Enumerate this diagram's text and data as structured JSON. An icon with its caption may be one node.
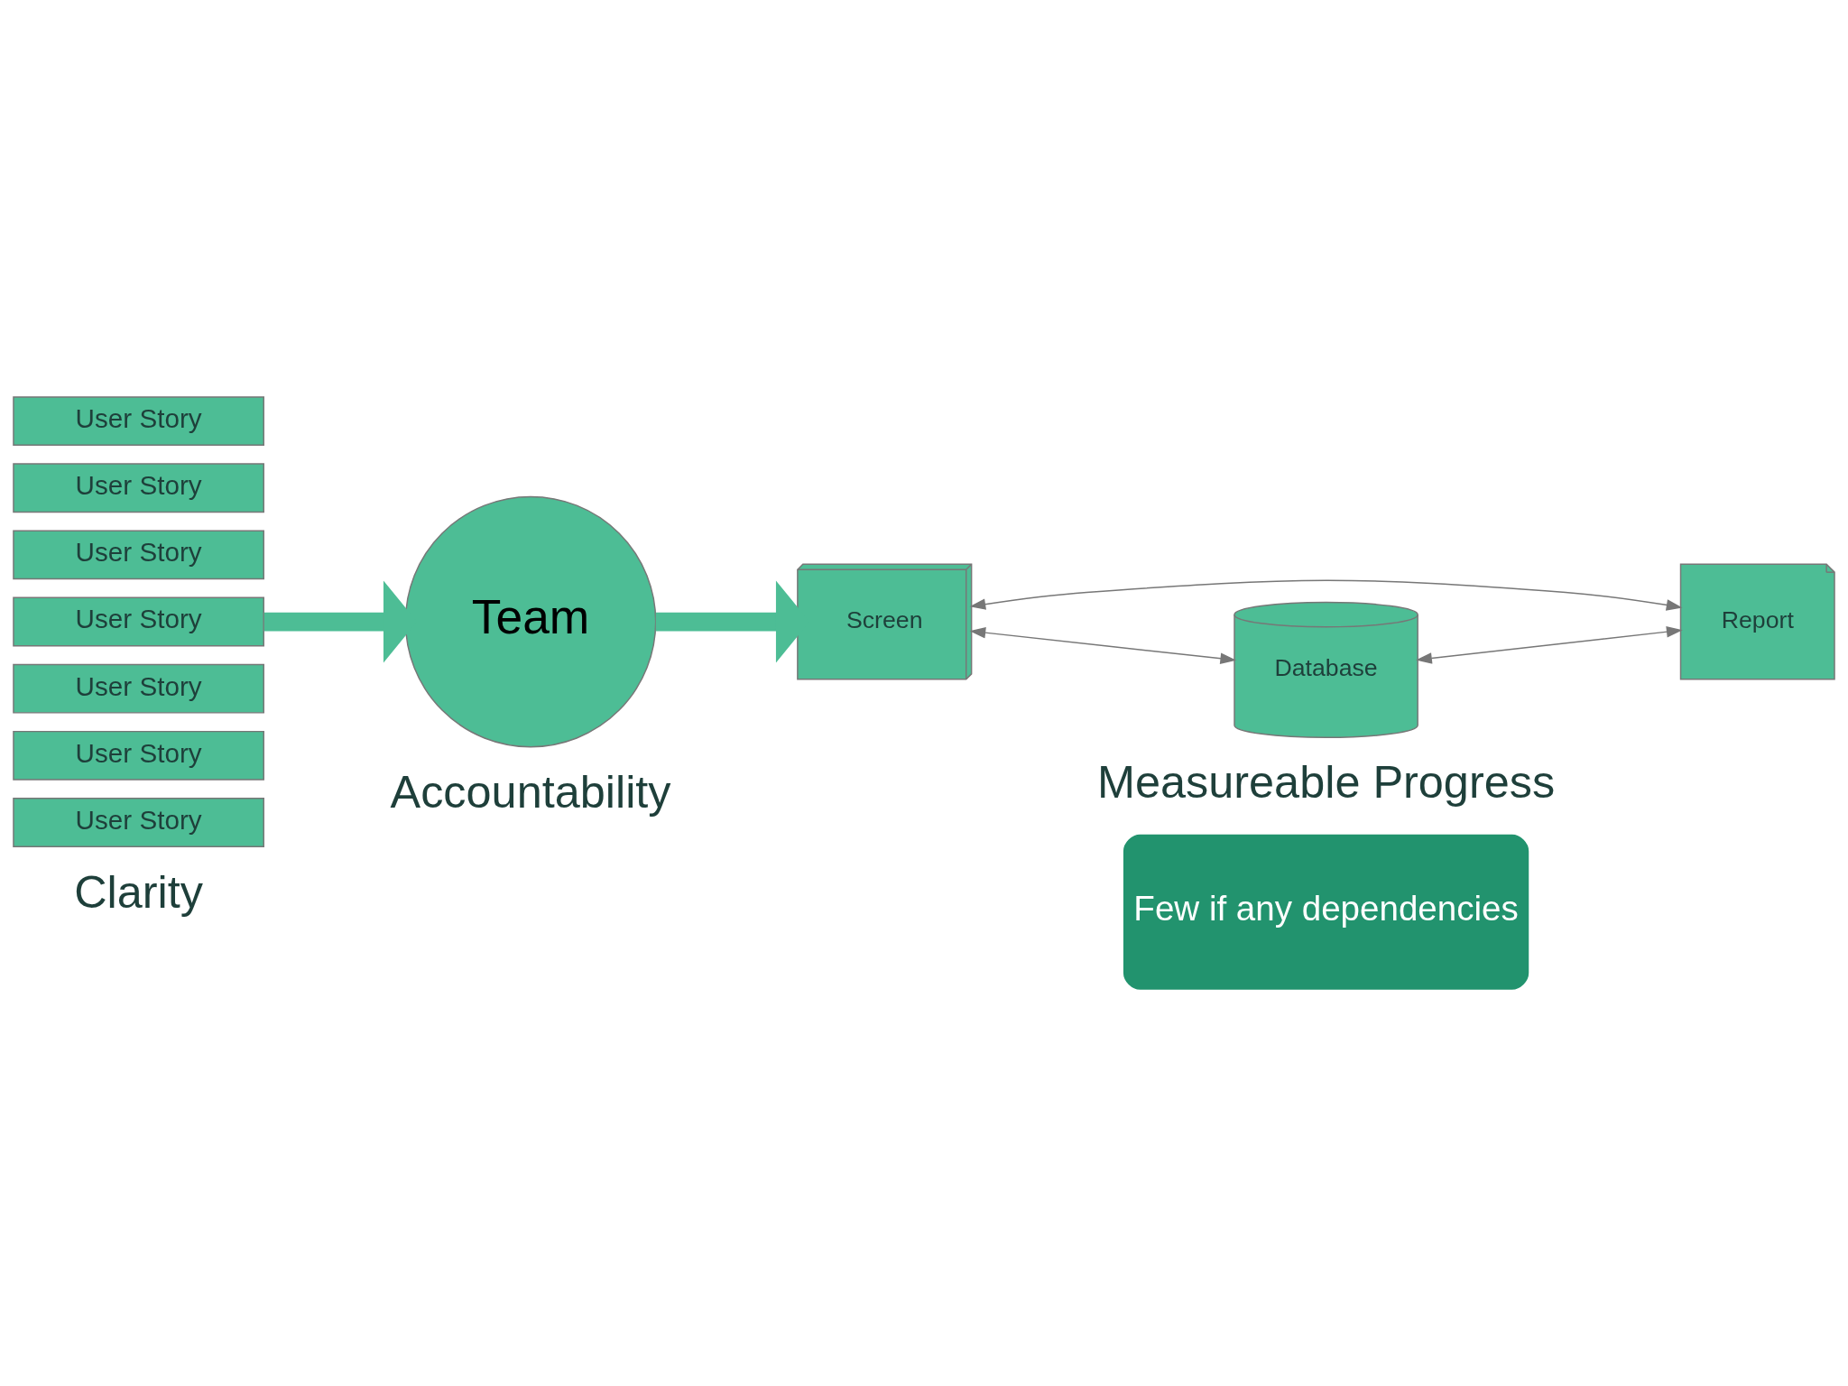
{
  "diagram": {
    "nodes": [
      {
        "text": [
          "User Story"
        ]
      },
      {
        "text": [
          "User Story"
        ]
      },
      {
        "text": [
          "User Story"
        ]
      },
      {
        "text": [
          "User Story"
        ]
      },
      {
        "text": [
          "User Story"
        ]
      },
      {
        "text": [
          "User Story"
        ]
      },
      {
        "text": [
          "User Story"
        ]
      },
      {
        "text": [
          "Team"
        ]
      },
      {
        "text": [
          "Screen"
        ]
      },
      {
        "text": [
          "Report"
        ]
      },
      {
        "text": [
          "Database"
        ]
      },
      {
        "text": [
          "Few if any dependencies"
        ]
      }
    ],
    "edges": [
      {
        "from": 3,
        "to": 7,
        "arrow": "to",
        "style": "thick",
        "color": "#4dbd95"
      },
      {
        "from": 7,
        "to": 8,
        "arrow": "to",
        "style": "thick",
        "color": "#4dbd95"
      },
      {
        "from": 8,
        "to": 9,
        "arrow": "both"
      },
      {
        "from": 8,
        "to": 10,
        "arrow": "both"
      },
      {
        "from": 10,
        "to": 9,
        "arrow": "both"
      }
    ],
    "labels": [
      "Clarity",
      "Accountability",
      "Measureable Progress"
    ]
  }
}
